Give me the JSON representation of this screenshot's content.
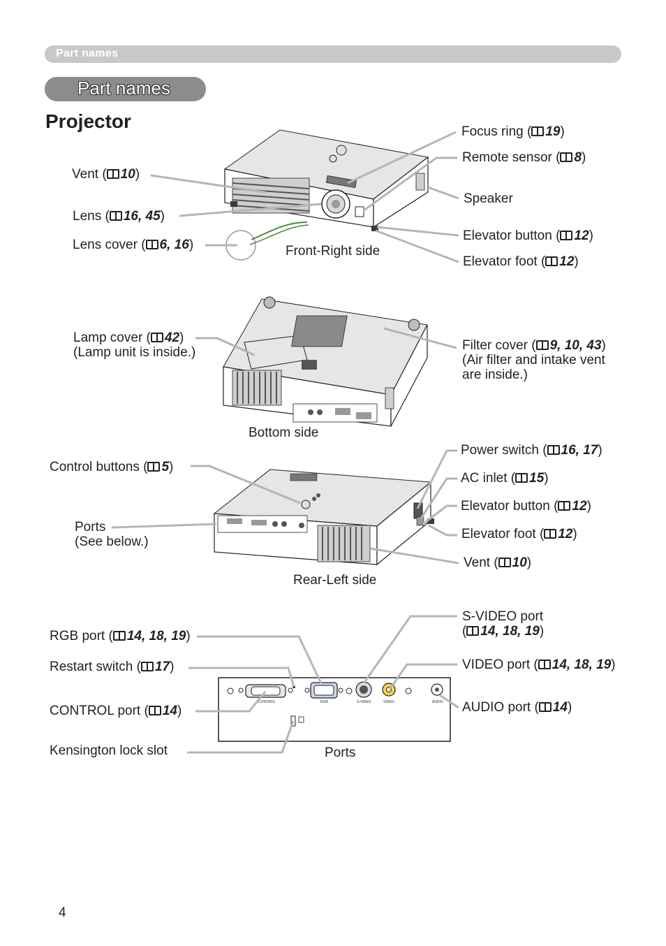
{
  "header": {
    "running_title": "Part names"
  },
  "section": {
    "title": "Part names"
  },
  "heading": "Projector",
  "labels": {
    "vent_front": {
      "text": "Vent (",
      "ref": "10"
    },
    "lens": {
      "text": "Lens (",
      "ref": "16, 45"
    },
    "lens_cover": {
      "text": "Lens cover (",
      "ref": "6, 16"
    },
    "focus_ring": {
      "text": "Focus ring (",
      "ref": "19"
    },
    "remote_sensor": {
      "text": "Remote sensor (",
      "ref": "8"
    },
    "speaker": {
      "text": "Speaker"
    },
    "elevator_button_front": {
      "text": "Elevator button (",
      "ref": "12"
    },
    "elevator_foot_front": {
      "text": "Elevator foot (",
      "ref": "12"
    },
    "lamp_cover": {
      "text": "Lamp cover (",
      "ref": "42",
      "note": "(Lamp unit is inside.)"
    },
    "filter_cover": {
      "text": "Filter cover (",
      "ref": "9, 10, 43",
      "note1": "(Air filter and intake vent",
      "note2": "are inside.)"
    },
    "power_switch": {
      "text": "Power switch (",
      "ref": "16, 17"
    },
    "ac_inlet": {
      "text": "AC inlet (",
      "ref": "15"
    },
    "control_buttons": {
      "text": "Control buttons (",
      "ref": "5"
    },
    "elevator_button_rear": {
      "text": "Elevator button (",
      "ref": "12"
    },
    "ports": {
      "text": "Ports",
      "note": "(See below.)"
    },
    "elevator_foot_rear": {
      "text": "Elevator foot (",
      "ref": "12"
    },
    "vent_rear": {
      "text": "Vent (",
      "ref": "10"
    },
    "svideo_port": {
      "text": "S-VIDEO port",
      "ref": "14, 18, 19"
    },
    "rgb_port": {
      "text": "RGB port (",
      "ref": "14, 18, 19"
    },
    "restart_switch": {
      "text": "Restart switch (",
      "ref": "17"
    },
    "video_port": {
      "text": "VIDEO port (",
      "ref": "14, 18, 19"
    },
    "control_port": {
      "text": "CONTROL port (",
      "ref": "14"
    },
    "audio_port": {
      "text": "AUDIO port (",
      "ref": "14"
    },
    "kensington": {
      "text": "Kensington lock slot"
    }
  },
  "captions": {
    "front_right": "Front-Right side",
    "bottom": "Bottom side",
    "rear_left": "Rear-Left side",
    "ports": "Ports"
  },
  "port_panel_labels": {
    "control": "CONTROL",
    "rgb": "RGB",
    "svideo": "S-VIDEO",
    "video": "VIDEO",
    "audio": "AUDIO"
  },
  "page_number": "4",
  "icons": [
    "book-reference-icon"
  ]
}
